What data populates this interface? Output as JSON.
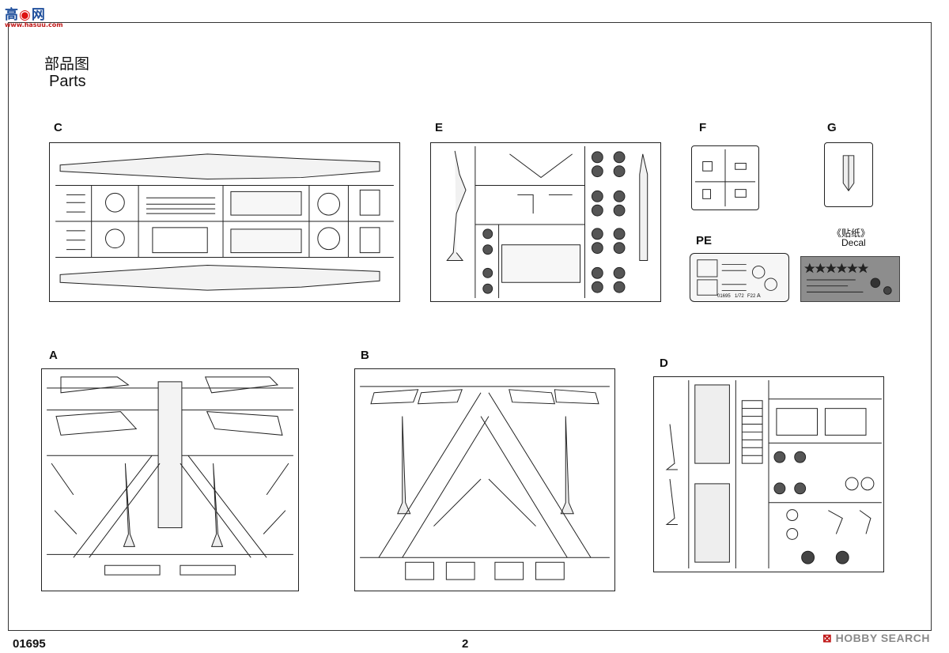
{
  "watermark_top": {
    "cn_a": "高",
    "cn_b": "网",
    "url": "www.hasuu.com"
  },
  "title": {
    "cn": "部品图",
    "en": "Parts"
  },
  "sprues": {
    "c": "C",
    "e": "E",
    "f": "F",
    "g": "G",
    "pe": "PE",
    "a": "A",
    "b": "B",
    "d": "D"
  },
  "pe_text": {
    "code": "01695",
    "scale": "1/72",
    "part": "F22",
    "circ": "A"
  },
  "decal": {
    "cn": "《贴纸》",
    "en": "Decal"
  },
  "footer": {
    "code": "01695",
    "page": "2"
  },
  "watermark_bottom": {
    "mark": "⊠",
    "text": "HOBBY SEARCH"
  }
}
